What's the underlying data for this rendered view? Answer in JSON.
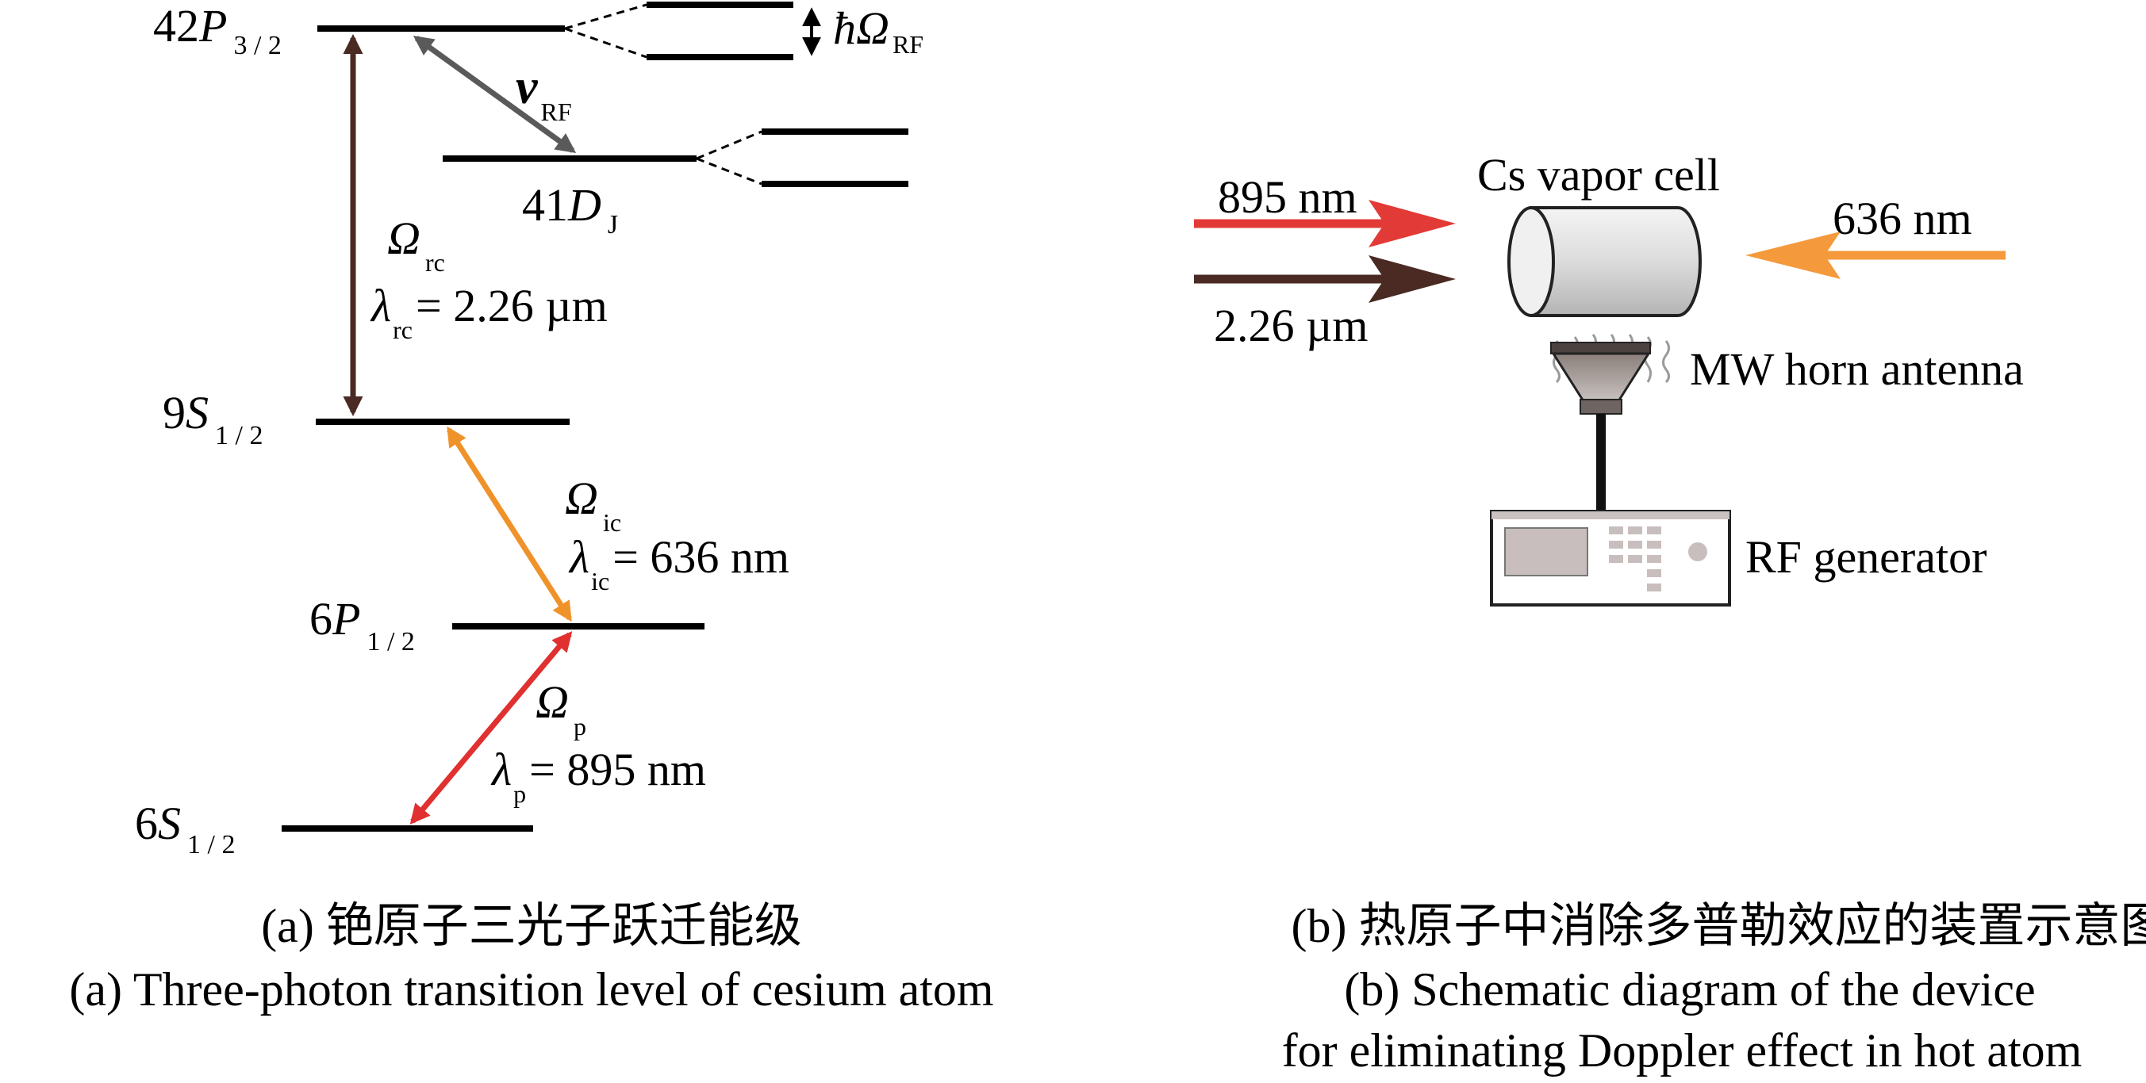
{
  "colors": {
    "level": "#000000",
    "rc_arrow": "#4a2a22",
    "rf_arrow": "#5a5a5a",
    "ic_arrow": "#f0922a",
    "p_arrow": "#e03030",
    "laser_895": "#e23a36",
    "laser_226": "#4a2a22",
    "laser_636": "#f49a3c",
    "device_gray": "#999999"
  },
  "panel_a": {
    "levels": {
      "p42_n": "42",
      "p42_L": "P",
      "p42_j": "3 / 2",
      "d41_n": "41",
      "d41_L": "D",
      "d41_j": "J",
      "s9_n": "9",
      "s9_L": "S",
      "s9_j": "1 / 2",
      "p6_n": "6",
      "p6_L": "P",
      "p6_j": "1 / 2",
      "s6_n": "6",
      "s6_L": "S",
      "s6_j": "1 / 2"
    },
    "splitting": {
      "hbar": "ħ",
      "omega": "Ω",
      "sub": "RF"
    },
    "rf": {
      "symbol": "v",
      "sub": "RF"
    },
    "rc": {
      "omega": "Ω",
      "omega_sub": "rc",
      "lambda": "λ",
      "lambda_sub": "rc",
      "value": "= 2.26 µm"
    },
    "ic": {
      "omega": "Ω",
      "omega_sub": "ic",
      "lambda": "λ",
      "lambda_sub": "ic",
      "value": "= 636 nm"
    },
    "p": {
      "omega": "Ω",
      "omega_sub": "p",
      "lambda": "λ",
      "lambda_sub": "p",
      "value": "= 895 nm"
    },
    "caption_cn": "(a)  铯原子三光子跃迁能级",
    "caption_en": "(a) Three-photon transition level of cesium atom"
  },
  "panel_b": {
    "beam_895": "895 nm",
    "beam_226": "2.26 µm",
    "beam_636": "636 nm",
    "cell": "Cs vapor cell",
    "antenna": "MW horn antenna",
    "generator": "RF generator",
    "caption_cn": "(b) 热原子中消除多普勒效应的装置示意图",
    "caption_en_1": "(b) Schematic diagram of the device",
    "caption_en_2": "for eliminating Doppler effect in hot atom"
  }
}
